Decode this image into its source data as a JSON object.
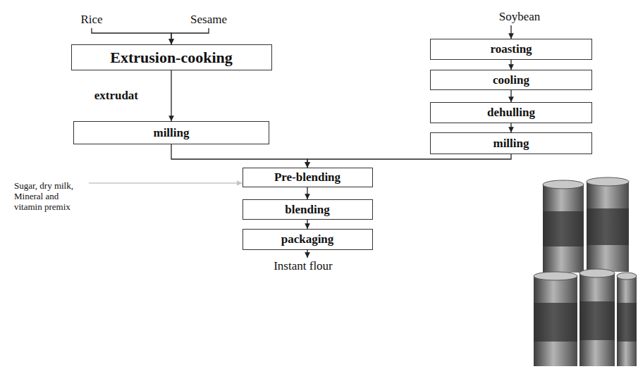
{
  "diagram": {
    "nodes": [
      {
        "text": [
          "Rice"
        ]
      },
      {
        "text": [
          "Sesame"
        ]
      },
      {
        "text": [
          "Soybean"
        ]
      },
      {
        "text": [
          "Extrusion-cooking"
        ]
      },
      {
        "text": [
          "roasting"
        ]
      },
      {
        "text": [
          "cooling"
        ]
      },
      {
        "text": [
          "dehulling"
        ]
      },
      {
        "text": [
          "milling"
        ]
      },
      {
        "text": [
          "milling"
        ]
      },
      {
        "text": [
          "Sugar, dry milk, Mineral and vitamin premix"
        ]
      },
      {
        "text": [
          "Pre-blending"
        ]
      },
      {
        "text": [
          "blending"
        ]
      },
      {
        "text": [
          "packaging"
        ]
      },
      {
        "text": [
          "Instant flour"
        ]
      }
    ],
    "edges": [
      {
        "from": 0,
        "to": 3,
        "arrow": "to"
      },
      {
        "from": 1,
        "to": 3,
        "arrow": "to"
      },
      {
        "from": 3,
        "to": 7,
        "label": "extrudat",
        "arrow": "to"
      },
      {
        "from": 2,
        "to": 4,
        "arrow": "to"
      },
      {
        "from": 4,
        "to": 5,
        "arrow": "to"
      },
      {
        "from": 5,
        "to": 6,
        "arrow": "to"
      },
      {
        "from": 6,
        "to": 8,
        "arrow": "to"
      },
      {
        "from": 7,
        "to": 10,
        "arrow": "to"
      },
      {
        "from": 8,
        "to": 10,
        "arrow": "to"
      },
      {
        "from": 9,
        "to": 10,
        "arrow": "to"
      },
      {
        "from": 10,
        "to": 11,
        "arrow": "to"
      },
      {
        "from": 11,
        "to": 12,
        "arrow": "to"
      },
      {
        "from": 12,
        "to": 13,
        "arrow": "to"
      }
    ]
  }
}
